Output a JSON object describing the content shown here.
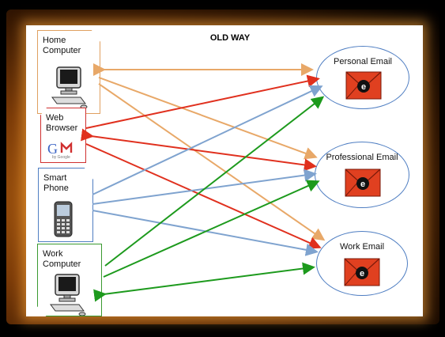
{
  "title": "OLD WAY",
  "devices": {
    "home": {
      "label": "Home\nComputer",
      "icon": "computer-icon",
      "color": "#e0a060"
    },
    "browser": {
      "label": "Web\nBrowser",
      "icon": "gmail-logo",
      "color": "#d03030",
      "logo_text": "by Google"
    },
    "phone": {
      "label": "Smart\nPhone",
      "icon": "phone-icon",
      "color": "#4f7ec2"
    },
    "work": {
      "label": "Work\nComputer",
      "icon": "computer-icon",
      "color": "#3a9a30"
    }
  },
  "emails": {
    "personal": {
      "label": "Personal Email",
      "icon": "envelope-icon"
    },
    "professional": {
      "label": "Professional Email",
      "icon": "envelope-icon"
    },
    "work": {
      "label": "Work Email",
      "icon": "envelope-icon"
    }
  },
  "colors": {
    "orange": "#e8a868",
    "red": "#e0301e",
    "blue": "#7fa3cf",
    "green": "#1d9a1d",
    "envelope": "#e04020"
  }
}
